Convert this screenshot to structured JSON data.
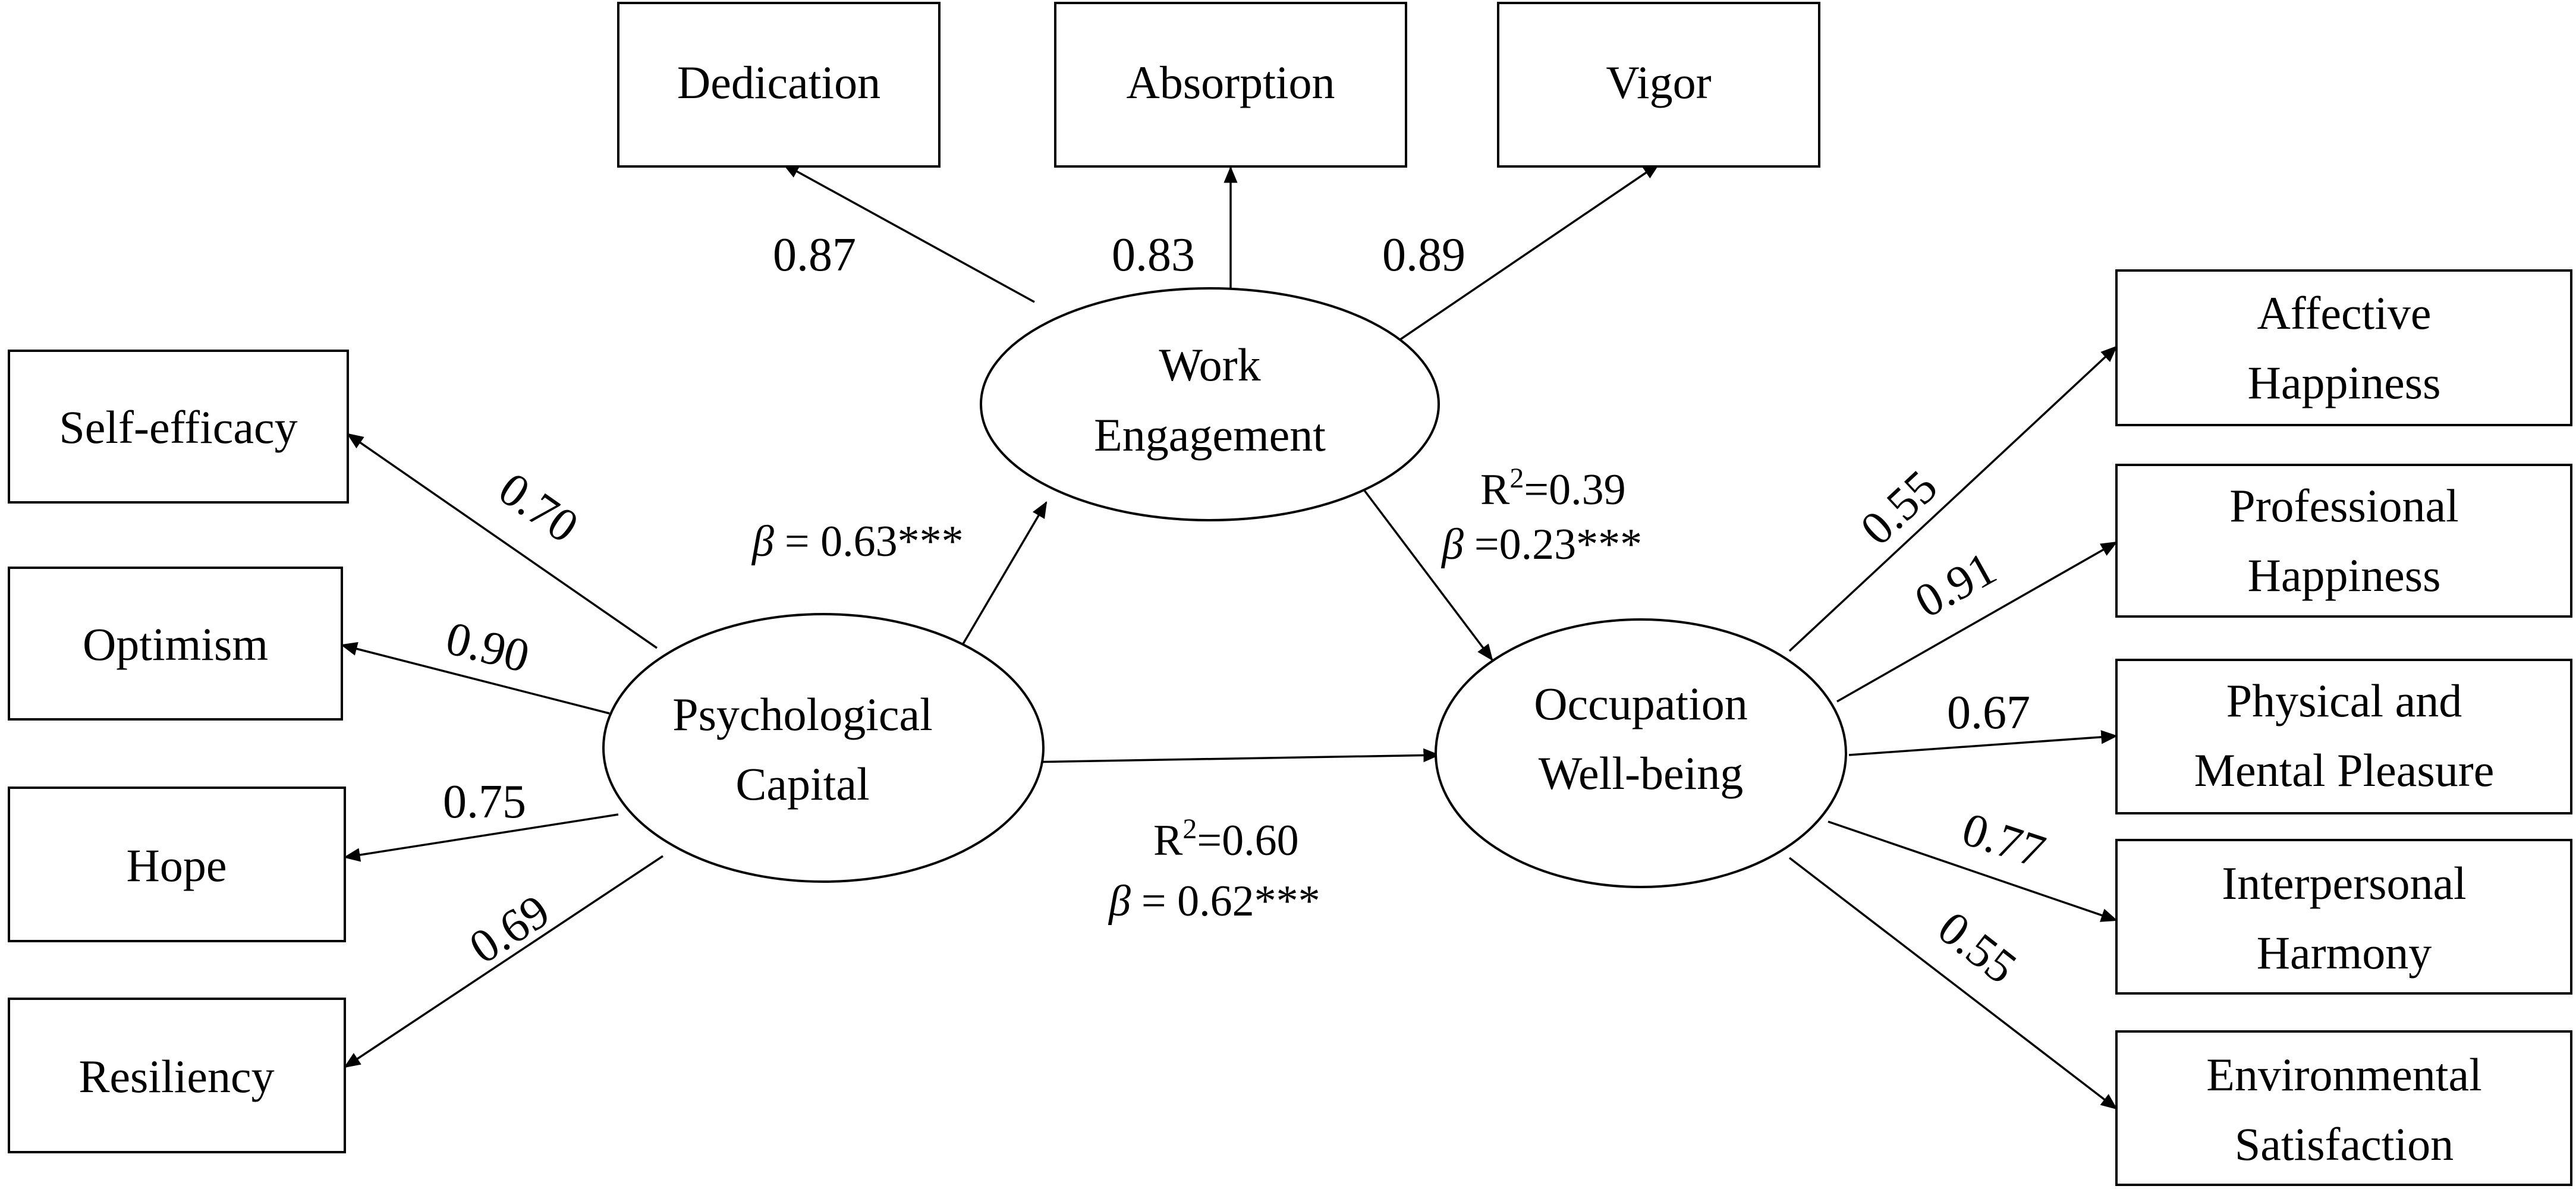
{
  "nodes": {
    "dedication": "Dedication",
    "absorption": "Absorption",
    "vigor": "Vigor",
    "work_engagement": [
      "Work",
      "Engagement"
    ],
    "self_efficacy": "Self-efficacy",
    "optimism": "Optimism",
    "hope": "Hope",
    "resiliency": "Resiliency",
    "psychological_capital": [
      "Psychological",
      "Capital"
    ],
    "occupation_wellbeing": [
      "Occupation",
      "Well-being"
    ],
    "affective_happiness": [
      "Affective",
      "Happiness"
    ],
    "professional_happiness": [
      "Professional",
      "Happiness"
    ],
    "physical_mental_pleasure": [
      "Physical and",
      "Mental Pleasure"
    ],
    "interpersonal_harmony": [
      "Interpersonal",
      "Harmony"
    ],
    "environmental_satisfaction": [
      "Environmental",
      "Satisfaction"
    ]
  },
  "loadings": {
    "dedication": "0.87",
    "absorption": "0.83",
    "vigor": "0.89",
    "self_efficacy": "0.70",
    "optimism": "0.90",
    "hope": "0.75",
    "resiliency": "0.69",
    "affective_happiness": "0.55",
    "professional_happiness": "0.91",
    "physical_mental_pleasure": "0.67",
    "interpersonal_harmony": "0.77",
    "environmental_satisfaction": "0.55"
  },
  "paths": {
    "pc_to_we": {
      "beta_symbol": "β",
      "beta_value": "= 0.63***"
    },
    "we_to_ow": {
      "r": "R",
      "r_sup": "2",
      "r_value": "=0.39",
      "beta_symbol": "β",
      "beta_value": "=0.23***"
    },
    "pc_to_ow": {
      "r": "R",
      "r_sup": "2",
      "r_value": "=0.60",
      "beta_symbol": "β",
      "beta_value": "= 0.62***"
    }
  }
}
